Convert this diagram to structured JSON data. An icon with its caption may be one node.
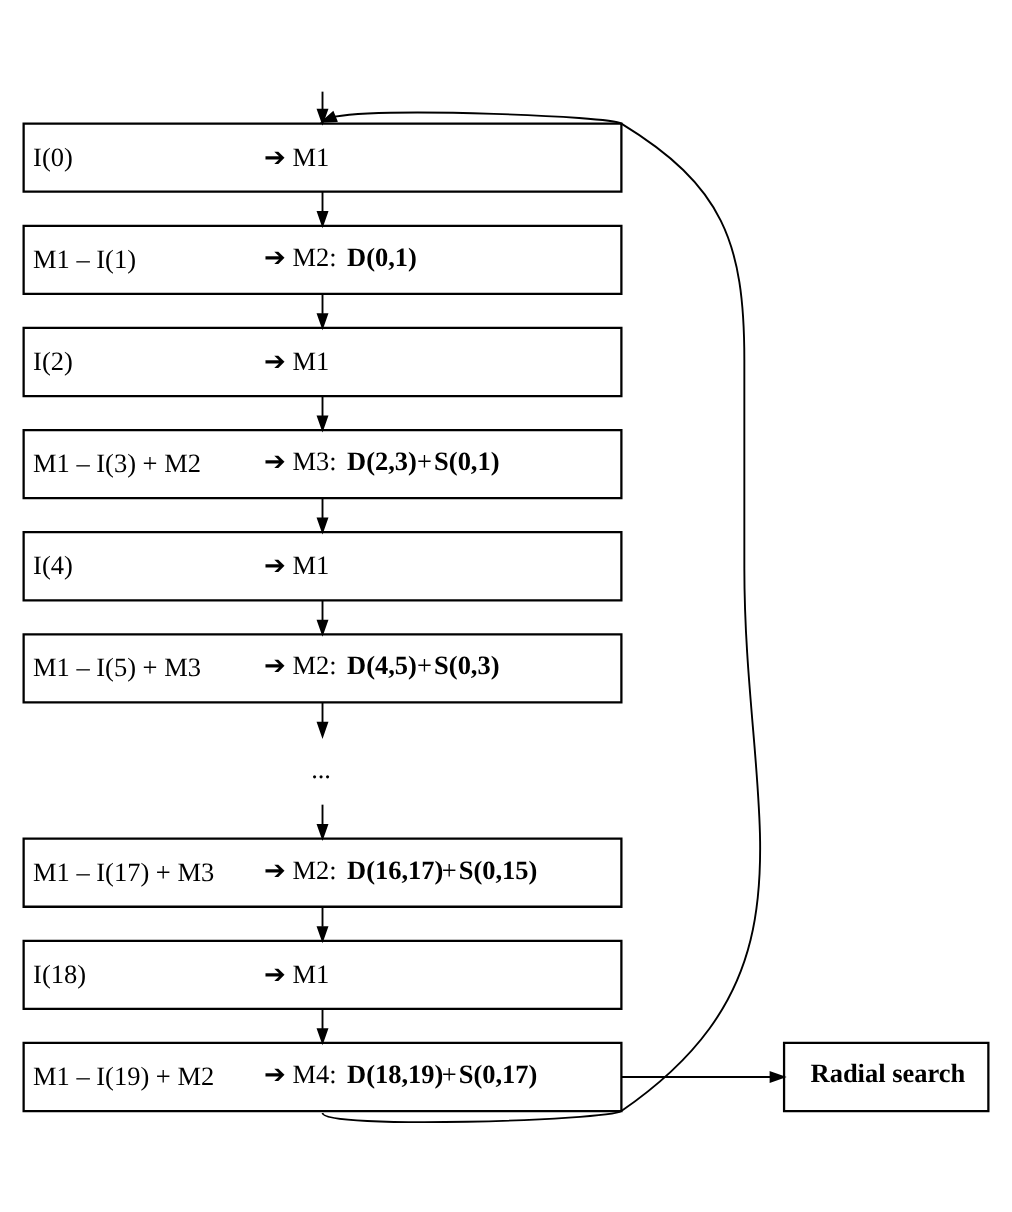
{
  "diagram": {
    "nodes": [
      {
        "text": [
          "I(0)",
          "➔ M1"
        ]
      },
      {
        "text": [
          "M1 – I(1)",
          "➔ M2: **D(0,1)**"
        ]
      },
      {
        "text": [
          "I(2)",
          "➔ M1"
        ]
      },
      {
        "text": [
          "M1 – I(3) + M2",
          "➔ M3: **D(2,3)**+**S(0,1)**"
        ]
      },
      {
        "text": [
          "I(4)",
          "➔ M1"
        ]
      },
      {
        "text": [
          "M1 – I(5) + M3",
          "➔ M2: **D(4,5)**+**S(0,3)**"
        ]
      },
      {
        "text": [
          "..."
        ]
      },
      {
        "text": [
          "M1 – I(17) + M3",
          "➔ M2: **D(16,17)**+**S(0,15)**"
        ]
      },
      {
        "text": [
          "I(18)",
          "➔ M1"
        ]
      },
      {
        "text": [
          "M1 – I(19) + M2",
          "➔ M4: **D(18,19)**+**S(0,17)**"
        ]
      },
      {
        "text": [
          "Radial search"
        ]
      }
    ],
    "edges": [
      {
        "from": null,
        "to": 0,
        "arrow": "to"
      },
      {
        "from": 0,
        "to": 1,
        "arrow": "to"
      },
      {
        "from": 1,
        "to": 2,
        "arrow": "to"
      },
      {
        "from": 2,
        "to": 3,
        "arrow": "to"
      },
      {
        "from": 3,
        "to": 4,
        "arrow": "to"
      },
      {
        "from": 4,
        "to": 5,
        "arrow": "to"
      },
      {
        "from": 5,
        "to": 6,
        "arrow": "to"
      },
      {
        "from": 6,
        "to": 7,
        "arrow": "to"
      },
      {
        "from": 7,
        "to": 8,
        "arrow": "to"
      },
      {
        "from": 8,
        "to": 9,
        "arrow": "to"
      },
      {
        "from": 9,
        "to": 10,
        "arrow": "to"
      },
      {
        "from": 9,
        "to": 0,
        "arrow": "to"
      }
    ]
  }
}
